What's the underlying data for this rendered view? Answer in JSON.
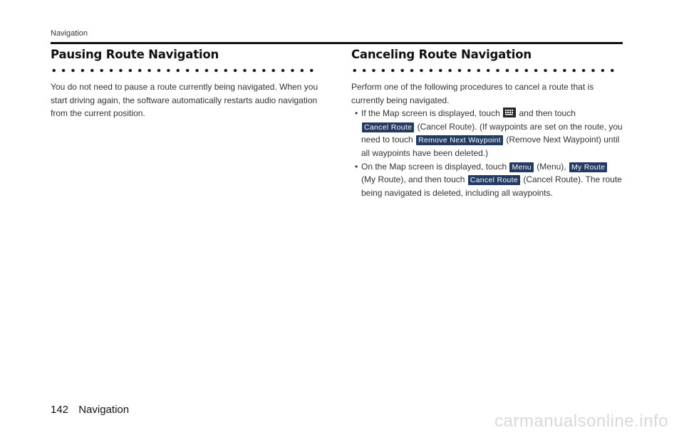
{
  "header": {
    "section": "Navigation"
  },
  "left": {
    "title": "Pausing Route Navigation",
    "body": "You do not need to pause a route currently being navigated. When you start driving again, the software automatically restarts audio navigation from the current position."
  },
  "right": {
    "title": "Canceling Route Navigation",
    "intro": "Perform one of the following procedures to cancel a route that is currently being navigated.",
    "bullet_glyph": "•",
    "b1": {
      "t1": "If the Map screen is displayed, touch",
      "icon": "menu-grid-icon",
      "t2": "and then touch",
      "btn1": "Cancel Route",
      "t3": "(Cancel Route). (If waypoints are set on the route, you need to touch",
      "btn2": "Remove Next Waypoint",
      "t4": "(Remove Next Waypoint) until all waypoints have been deleted.)"
    },
    "b2": {
      "t1": "On the Map screen is displayed, touch",
      "btn1": "Menu",
      "t2": "(Menu),",
      "btn2": "My Route",
      "t3": "(My Route), and then touch",
      "btn3": "Cancel Route",
      "t4": "(Cancel Route). The route being navigated is deleted, including all waypoints."
    }
  },
  "footer": {
    "page_number": "142",
    "section": "Navigation"
  },
  "watermark": "carmanualsonline.info",
  "colors": {
    "button_bg": "#233a63",
    "rule": "#111111"
  }
}
